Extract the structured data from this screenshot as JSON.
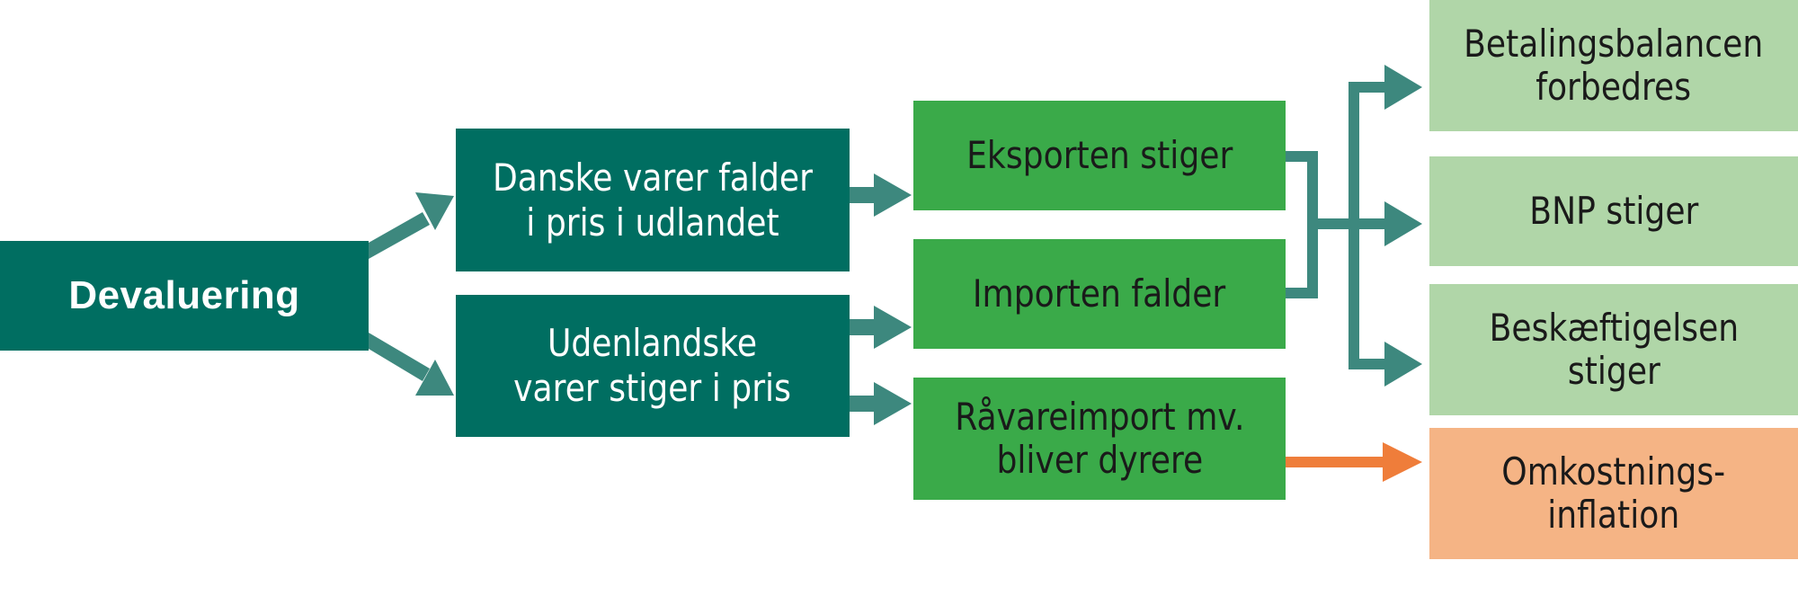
{
  "diagram": {
    "type": "flowchart",
    "colors": {
      "dark_teal": "#006e61",
      "mid_green": "#3aaa49",
      "light_green": "#b0d6a8",
      "orange_box": "#f5b485",
      "arrow_teal": "#3d887e",
      "arrow_orange": "#ef7d3a"
    },
    "nodes": {
      "root": {
        "label": "Devaluering"
      },
      "danske_varer": {
        "label": "Danske varer falder\ni pris i udlandet"
      },
      "udenlandske_varer": {
        "label": "Udenlandske\nvarer stiger i pris"
      },
      "eksporten": {
        "label": "Eksporten stiger"
      },
      "importen": {
        "label": "Importen falder"
      },
      "raavareimport": {
        "label": "Råvareimport mv.\nbliver dyrere"
      },
      "betalingsbalancen": {
        "label": "Betalingsbalancen\nforbedres"
      },
      "bnp": {
        "label": "BNP stiger"
      },
      "beskaeftigelsen": {
        "label": "Beskæftigelsen\nstiger"
      },
      "omkostningsinflation": {
        "label": "Omkostnings-\ninflation"
      }
    },
    "edges": [
      {
        "from": "Devaluering",
        "to": "Danske varer falder i pris i udlandet"
      },
      {
        "from": "Devaluering",
        "to": "Udenlandske varer stiger i pris"
      },
      {
        "from": "Danske varer falder i pris i udlandet",
        "to": "Eksporten stiger"
      },
      {
        "from": "Udenlandske varer stiger i pris",
        "to": "Importen falder"
      },
      {
        "from": "Udenlandske varer stiger i pris",
        "to": "Råvareimport mv. bliver dyrere"
      },
      {
        "from": "Eksporten stiger + Importen falder",
        "to": "Betalingsbalancen forbedres"
      },
      {
        "from": "Eksporten stiger + Importen falder",
        "to": "BNP stiger"
      },
      {
        "from": "Eksporten stiger + Importen falder",
        "to": "Beskæftigelsen stiger"
      },
      {
        "from": "Råvareimport mv. bliver dyrere",
        "to": "Omkostnings-inflation"
      }
    ]
  }
}
